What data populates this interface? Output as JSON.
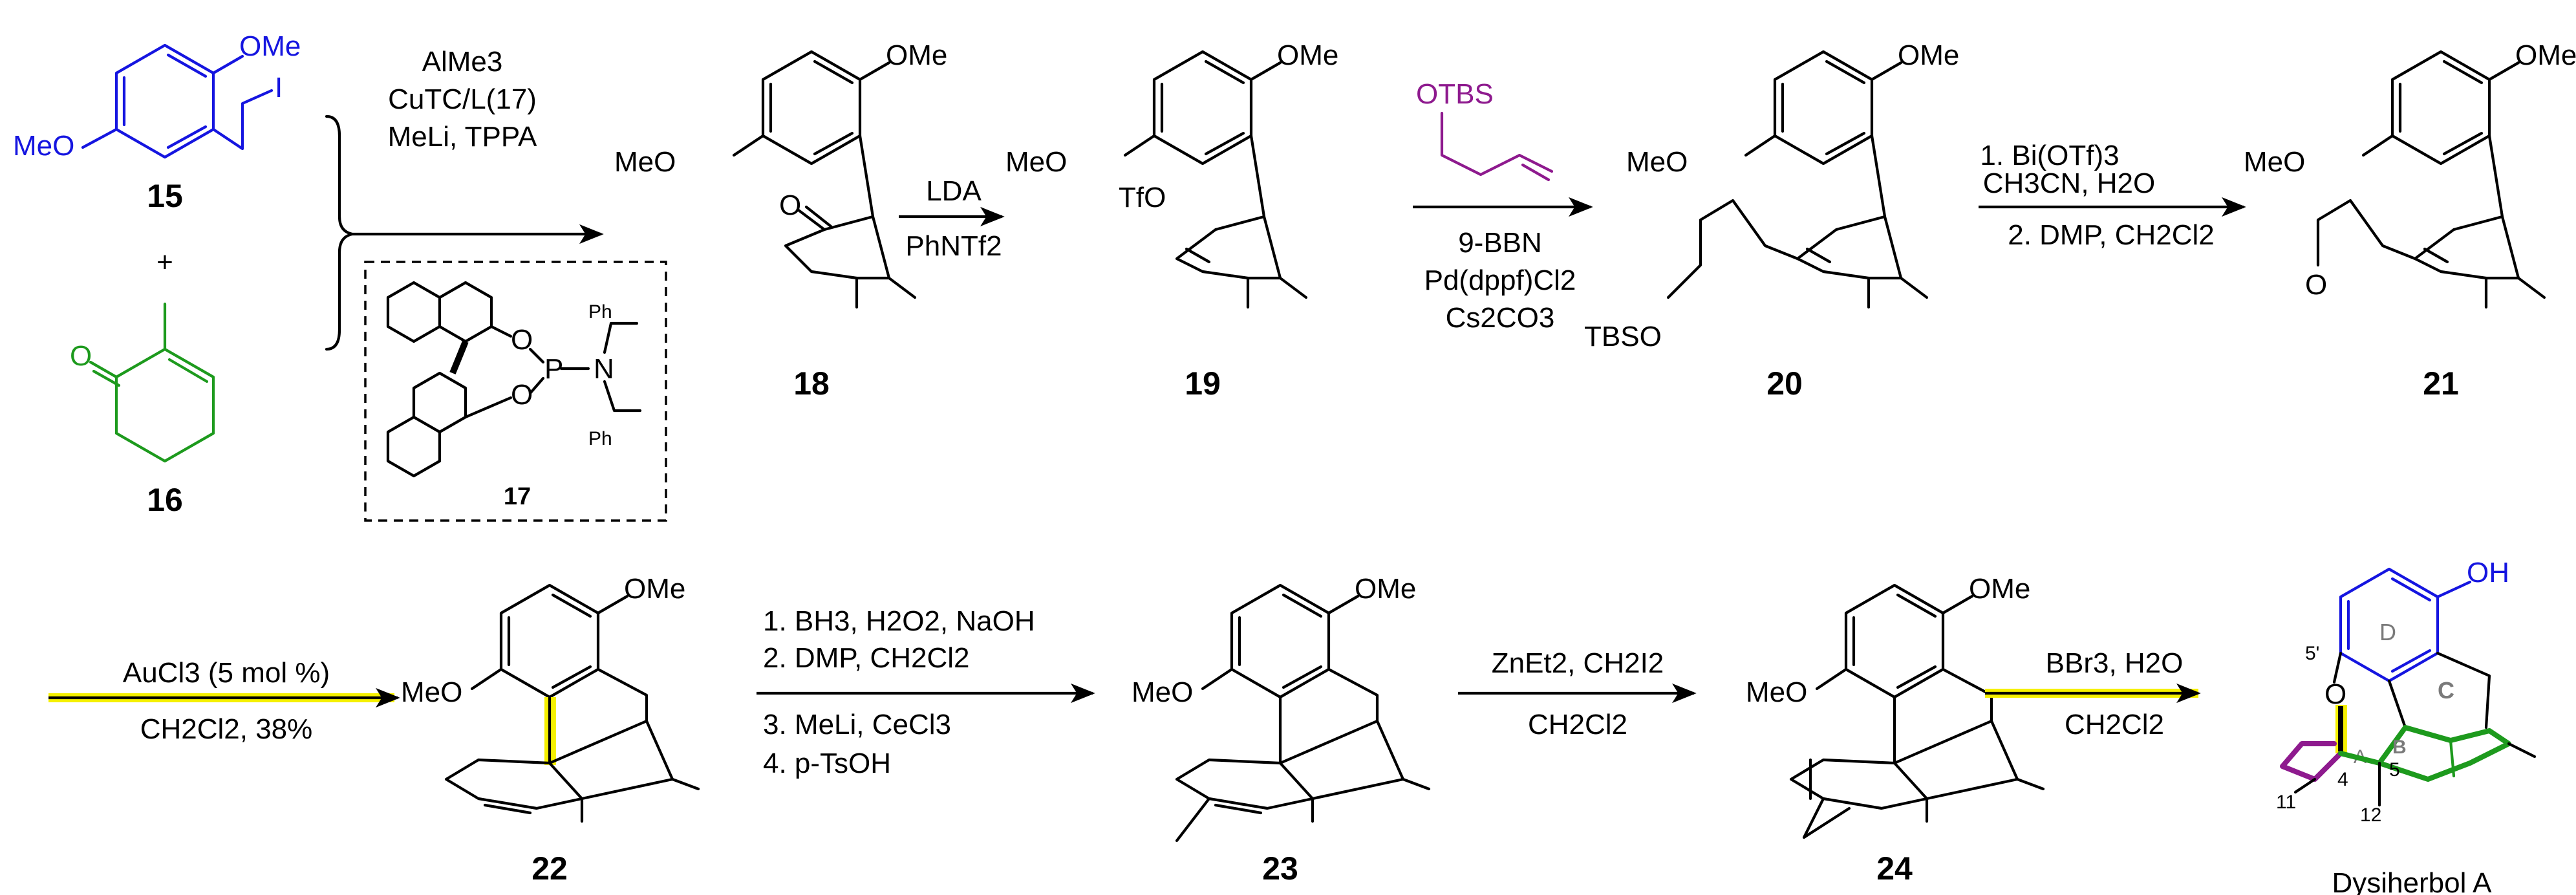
{
  "colors": {
    "blue": "#1515e0",
    "green": "#1d9a1d",
    "purple": "#8e1a8e",
    "highlight": "#f5f000",
    "ring_label_gray": "#7a7a7a"
  },
  "compounds": {
    "c15": {
      "label": "15",
      "ome_top": "OMe",
      "ome_left": "MeO",
      "iodo": "I"
    },
    "plus": "+",
    "c16": {
      "label": "16",
      "oxygen": "O"
    },
    "c17": {
      "label": "17",
      "o1": "O",
      "o2": "O",
      "p": "P",
      "n": "N",
      "ph1": "Ph",
      "ph2": "Ph"
    },
    "c18": {
      "label": "18",
      "ome_top": "OMe",
      "ome_left": "MeO",
      "oxygen": "O"
    },
    "c19": {
      "label": "19",
      "ome_top": "OMe",
      "ome_left": "MeO",
      "otf": "TfO"
    },
    "c20": {
      "label": "20",
      "ome_top": "OMe",
      "ome_left": "MeO",
      "otbs": "TBSO"
    },
    "c21": {
      "label": "21",
      "ome_top": "OMe",
      "ome_left": "MeO",
      "oxygen": "O"
    },
    "c22": {
      "label": "22",
      "ome_top": "OMe",
      "ome_left": "MeO"
    },
    "c23": {
      "label": "23",
      "ome_top": "OMe",
      "ome_left": "MeO"
    },
    "c24": {
      "label": "24",
      "ome_top": "OMe",
      "ome_left": "MeO"
    },
    "dysiherbol": {
      "label": "Dysiherbol A",
      "oh": "OH",
      "oxygen": "O",
      "ring_a": "A",
      "ring_b": "B",
      "ring_c": "C",
      "ring_d": "D",
      "n5p": "5'",
      "n4": "4",
      "n5": "5",
      "n11": "11",
      "n12": "12"
    }
  },
  "reagents": {
    "step1": [
      "AlMe3",
      "CuTC/L(17)",
      "MeLi, TPPA"
    ],
    "step2": {
      "top": "LDA",
      "bottom": "PhNTf2"
    },
    "step3": {
      "top": "OTBS",
      "bottom": [
        "9-BBN",
        "Pd(dppf)Cl2",
        "Cs2CO3"
      ]
    },
    "step4": {
      "top": [
        "1. Bi(OTf)3",
        "CH3CN, H2O"
      ],
      "bottom": "2. DMP, CH2Cl2"
    },
    "step5": {
      "top": "AuCl3 (5 mol %)",
      "bottom": "CH2Cl2, 38%"
    },
    "step6": {
      "top": [
        "1. BH3, H2O2, NaOH",
        "2. DMP, CH2Cl2"
      ],
      "bottom": [
        "3. MeLi, CeCl3",
        "4. p-TsOH"
      ]
    },
    "step7": {
      "top": "ZnEt2, CH2I2",
      "bottom": "CH2Cl2"
    },
    "step8": {
      "top": "BBr3, H2O",
      "bottom": "CH2Cl2"
    }
  }
}
